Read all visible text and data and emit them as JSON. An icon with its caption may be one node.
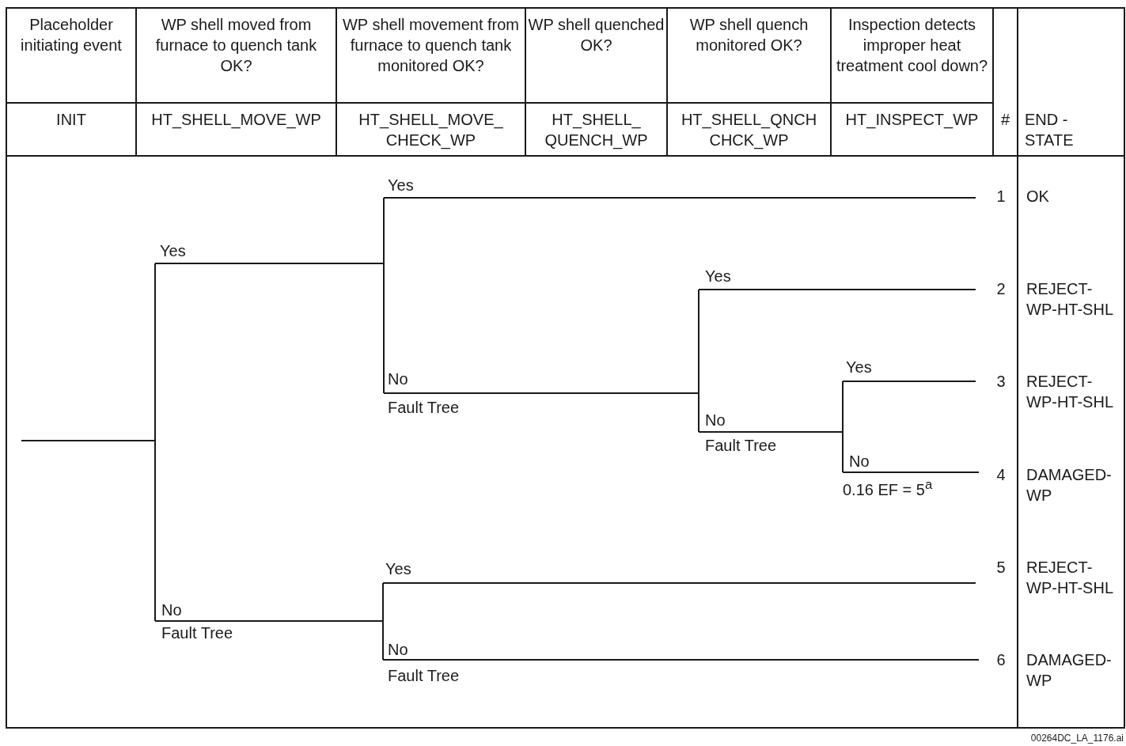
{
  "diagram": {
    "labels": [
      "Placeholder initiating event",
      "WP shell moved from furnace to quench tank OK?",
      "WP shell movement from furnace to quench tank monitored OK?",
      "WP shell quenched OK?",
      "WP shell quench monitored OK?",
      "Inspection detects improper heat treatment cool down?",
      "INIT",
      "HT_SHELL_MOVE_WP",
      "HT_SHELL_MOVE_ CHECK_WP",
      "HT_SHELL_ QUENCH_WP",
      "HT_SHELL_QNCH CHCK_WP",
      "HT_INSPECT_WP",
      "#",
      "END - STATE",
      "Yes",
      "1",
      "OK",
      "Yes",
      "Yes",
      "2",
      "REJECT- WP-HT-SHL",
      "Yes",
      "No",
      "3",
      "REJECT- WP-HT-SHL",
      "Fault Tree",
      "No",
      "Fault Tree",
      "No",
      "4",
      "DAMAGED- WP",
      "0.16 EF = 5$^{a}$",
      "Yes",
      "5",
      "REJECT- WP-HT-SHL",
      "No",
      "Fault Tree",
      "No",
      "6",
      "DAMAGED- WP",
      "Fault Tree",
      "00264DC_LA_1176.ai"
    ]
  }
}
